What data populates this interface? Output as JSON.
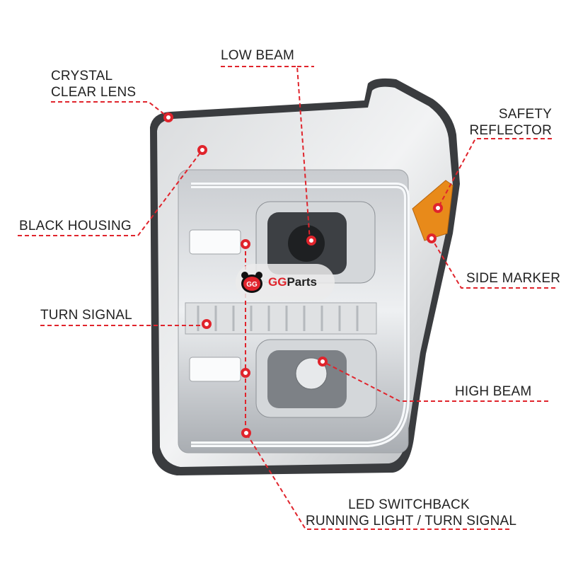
{
  "labels": {
    "low_beam": "LOW BEAM",
    "crystal_clear_lens": [
      "CRYSTAL",
      "CLEAR LENS"
    ],
    "safety_reflector": [
      "SAFETY",
      "REFLECTOR"
    ],
    "black_housing": "BLACK HOUSING",
    "side_marker": "SIDE MARKER",
    "turn_signal": "TURN SIGNAL",
    "high_beam": "HIGH BEAM",
    "led_switchback": [
      "LED SWITCHBACK",
      "RUNNING LIGHT / TURN SIGNAL"
    ]
  },
  "watermark": {
    "brand_a": "GG",
    "brand_b": "Parts"
  },
  "colors": {
    "accent": "#e0242c",
    "amber": "#e88a1a",
    "text": "#222222"
  }
}
